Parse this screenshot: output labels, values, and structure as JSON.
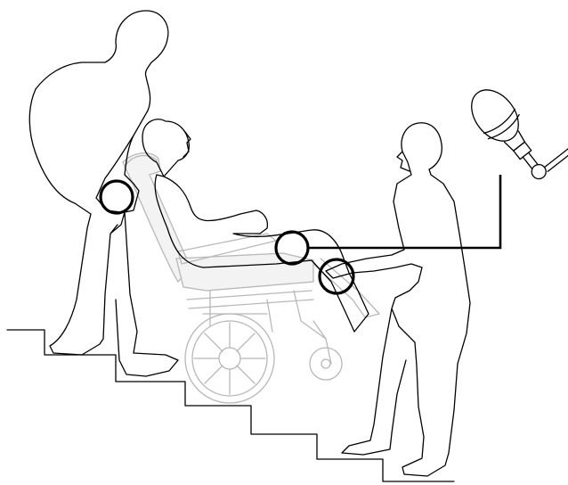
{
  "diagram": {
    "subjects": [
      "carer-behind-lifting",
      "person-seated-in-tilt-wheelchair",
      "carer-in-front-lifting",
      "wheelchair",
      "staircase"
    ],
    "grip_points": [
      "push-handle-grip",
      "armrest-grip",
      "footrest-grip"
    ],
    "callout_icon": "hand-pump-icon",
    "colors": {
      "outline": "#000000",
      "wheelchair": "#b8b8b8",
      "background": "#ffffff"
    }
  }
}
